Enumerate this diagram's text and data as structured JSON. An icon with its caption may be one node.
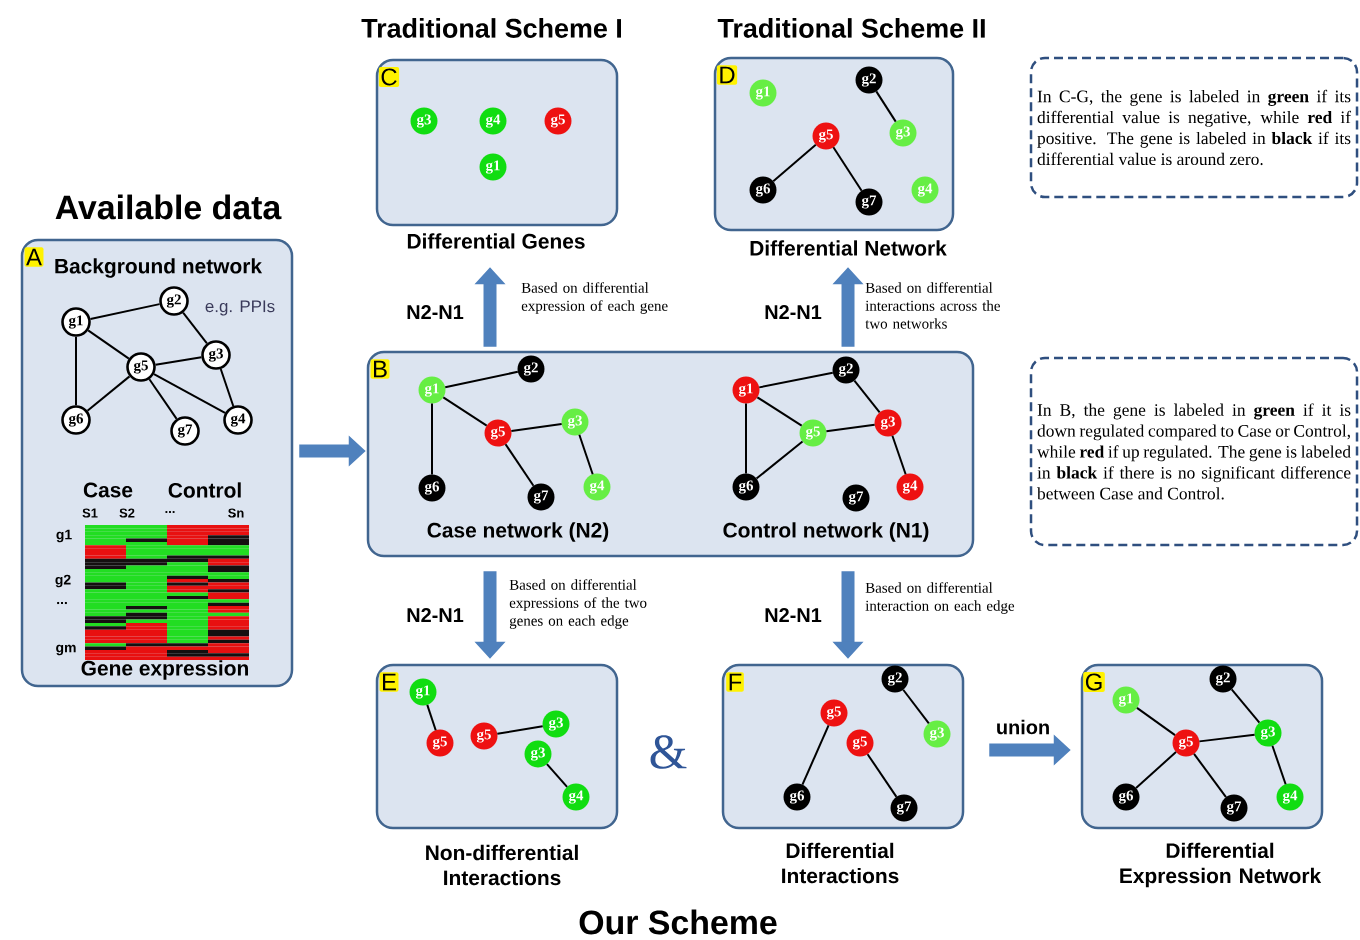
{
  "diagram": {
    "nodes": [
      {
        "text": [
          "A",
          "Background network",
          "Gene expression"
        ]
      },
      {
        "text": [
          "B",
          "Case network (N2)",
          "Control network (N1)"
        ]
      },
      {
        "text": [
          "C",
          "Differential Genes"
        ]
      },
      {
        "text": [
          "D",
          "Differential Network"
        ]
      },
      {
        "text": [
          "E",
          "Non-differential Interactions"
        ]
      },
      {
        "text": [
          "F",
          "Differential Interactions"
        ]
      },
      {
        "text": [
          "G",
          "Differential Expression Network"
        ]
      },
      {
        "text": [
          "In C-G, the gene is labeled in **green** if its differential value is negative, while **red** if positive. The gene is labeled in **black** if its differential value is around zero."
        ]
      },
      {
        "text": [
          "In B, the gene is labeled in **green** if it is down regulated compared to Case or Control, while **red** if up regulated. The gene is labeled in **black** if there is no significant difference between Case and Control."
        ]
      },
      {
        "text": [
          "g1"
        ],
        "in": 0
      },
      {
        "text": [
          "g2"
        ],
        "in": 0
      },
      {
        "text": [
          "g3"
        ],
        "in": 0
      },
      {
        "text": [
          "g5"
        ],
        "in": 0
      },
      {
        "text": [
          "g6"
        ],
        "in": 0
      },
      {
        "text": [
          "g7"
        ],
        "in": 0
      },
      {
        "text": [
          "g4"
        ],
        "in": 0
      },
      {
        "text": [
          "g3"
        ],
        "in": 2
      },
      {
        "text": [
          "g4"
        ],
        "in": 2
      },
      {
        "text": [
          "g5"
        ],
        "in": 2
      },
      {
        "text": [
          "g1"
        ],
        "in": 2
      },
      {
        "text": [
          "g1"
        ],
        "in": 3
      },
      {
        "text": [
          "g2"
        ],
        "in": 3
      },
      {
        "text": [
          "g5"
        ],
        "in": 3
      },
      {
        "text": [
          "g3"
        ],
        "in": 3
      },
      {
        "text": [
          "g6"
        ],
        "in": 3
      },
      {
        "text": [
          "g7"
        ],
        "in": 3
      },
      {
        "text": [
          "g4"
        ],
        "in": 3
      },
      {
        "text": [
          "g1"
        ],
        "in": 1
      },
      {
        "text": [
          "g2"
        ],
        "in": 1
      },
      {
        "text": [
          "g5"
        ],
        "in": 1
      },
      {
        "text": [
          "g3"
        ],
        "in": 1
      },
      {
        "text": [
          "g6"
        ],
        "in": 1
      },
      {
        "text": [
          "g7"
        ],
        "in": 1
      },
      {
        "text": [
          "g4"
        ],
        "in": 1
      },
      {
        "text": [
          "g1"
        ],
        "in": 1
      },
      {
        "text": [
          "g2"
        ],
        "in": 1
      },
      {
        "text": [
          "g5"
        ],
        "in": 1
      },
      {
        "text": [
          "g3"
        ],
        "in": 1
      },
      {
        "text": [
          "g6"
        ],
        "in": 1
      },
      {
        "text": [
          "g7"
        ],
        "in": 1
      },
      {
        "text": [
          "g4"
        ],
        "in": 1
      },
      {
        "text": [
          "g1"
        ],
        "in": 4
      },
      {
        "text": [
          "g5"
        ],
        "in": 4
      },
      {
        "text": [
          "g5"
        ],
        "in": 4
      },
      {
        "text": [
          "g3"
        ],
        "in": 4
      },
      {
        "text": [
          "g3"
        ],
        "in": 4
      },
      {
        "text": [
          "g4"
        ],
        "in": 4
      },
      {
        "text": [
          "g2"
        ],
        "in": 5
      },
      {
        "text": [
          "g5"
        ],
        "in": 5
      },
      {
        "text": [
          "g3"
        ],
        "in": 5
      },
      {
        "text": [
          "g5"
        ],
        "in": 5
      },
      {
        "text": [
          "g6"
        ],
        "in": 5
      },
      {
        "text": [
          "g7"
        ],
        "in": 5
      },
      {
        "text": [
          "g1"
        ],
        "in": 6
      },
      {
        "text": [
          "g2"
        ],
        "in": 6
      },
      {
        "text": [
          "g5"
        ],
        "in": 6
      },
      {
        "text": [
          "g3"
        ],
        "in": 6
      },
      {
        "text": [
          "g6"
        ],
        "in": 6
      },
      {
        "text": [
          "g7"
        ],
        "in": 6
      },
      {
        "text": [
          "g4"
        ],
        "in": 6
      }
    ],
    "edges": [
      {
        "from": 0,
        "to": 1,
        "arrow": "to",
        "style": "thick",
        "color": "#4f81bd"
      },
      {
        "from": 1,
        "to": 2,
        "arrow": "to",
        "style": "thick",
        "color": "#4f81bd",
        "label": "N2-N1"
      },
      {
        "from": 1,
        "to": 3,
        "arrow": "to",
        "style": "thick",
        "color": "#4f81bd",
        "label": "N2-N1"
      },
      {
        "from": 1,
        "to": 4,
        "arrow": "to",
        "style": "thick",
        "color": "#4f81bd",
        "label": "N2-N1"
      },
      {
        "from": 1,
        "to": 5,
        "arrow": "to",
        "style": "thick",
        "color": "#4f81bd",
        "label": "N2-N1"
      },
      {
        "from": 5,
        "to": 6,
        "arrow": "to",
        "style": "thick",
        "color": "#4f81bd",
        "label": "union"
      },
      {
        "from": 9,
        "to": 10,
        "arrow": "none"
      },
      {
        "from": 10,
        "to": 11,
        "arrow": "none"
      },
      {
        "from": 9,
        "to": 12,
        "arrow": "none"
      },
      {
        "from": 9,
        "to": 13,
        "arrow": "none"
      },
      {
        "from": 12,
        "to": 11,
        "arrow": "none"
      },
      {
        "from": 12,
        "to": 13,
        "arrow": "none"
      },
      {
        "from": 12,
        "to": 14,
        "arrow": "none"
      },
      {
        "from": 12,
        "to": 15,
        "arrow": "none"
      },
      {
        "from": 11,
        "to": 15,
        "arrow": "none"
      },
      {
        "from": 21,
        "to": 23,
        "arrow": "none"
      },
      {
        "from": 22,
        "to": 24,
        "arrow": "none"
      },
      {
        "from": 22,
        "to": 25,
        "arrow": "none"
      },
      {
        "from": 27,
        "to": 28,
        "arrow": "none"
      },
      {
        "from": 27,
        "to": 29,
        "arrow": "none"
      },
      {
        "from": 27,
        "to": 31,
        "arrow": "none"
      },
      {
        "from": 29,
        "to": 30,
        "arrow": "none"
      },
      {
        "from": 29,
        "to": 32,
        "arrow": "none"
      },
      {
        "from": 30,
        "to": 33,
        "arrow": "none"
      },
      {
        "from": 34,
        "to": 35,
        "arrow": "none"
      },
      {
        "from": 34,
        "to": 36,
        "arrow": "none"
      },
      {
        "from": 34,
        "to": 38,
        "arrow": "none"
      },
      {
        "from": 36,
        "to": 37,
        "arrow": "none"
      },
      {
        "from": 36,
        "to": 38,
        "arrow": "none"
      },
      {
        "from": 35,
        "to": 37,
        "arrow": "none"
      },
      {
        "from": 37,
        "to": 40,
        "arrow": "none"
      },
      {
        "from": 41,
        "to": 42,
        "arrow": "none"
      },
      {
        "from": 43,
        "to": 44,
        "arrow": "none"
      },
      {
        "from": 45,
        "to": 46,
        "arrow": "none"
      },
      {
        "from": 47,
        "to": 49,
        "arrow": "none"
      },
      {
        "from": 48,
        "to": 51,
        "arrow": "none"
      },
      {
        "from": 50,
        "to": 52,
        "arrow": "none"
      },
      {
        "from": 53,
        "to": 55,
        "arrow": "none"
      },
      {
        "from": 54,
        "to": 56,
        "arrow": "none"
      },
      {
        "from": 55,
        "to": 56,
        "arrow": "none"
      },
      {
        "from": 55,
        "to": 57,
        "arrow": "none"
      },
      {
        "from": 55,
        "to": 58,
        "arrow": "none"
      },
      {
        "from": 56,
        "to": 59,
        "arrow": "none"
      }
    ],
    "labels": [
      "Traditional Scheme I",
      "Traditional Scheme II",
      "Available data",
      "e.g. PPIs",
      "Based on differential expression of each gene",
      "Based on differential interactions across the two networks",
      "Case",
      "Control",
      "S1",
      "S2",
      "...",
      "Sn",
      "g1",
      "g2",
      "...",
      "gm",
      "Based on differential expressions of the two genes on each edge",
      "Based on differential interaction on each edge",
      "&",
      "Our Scheme"
    ]
  }
}
